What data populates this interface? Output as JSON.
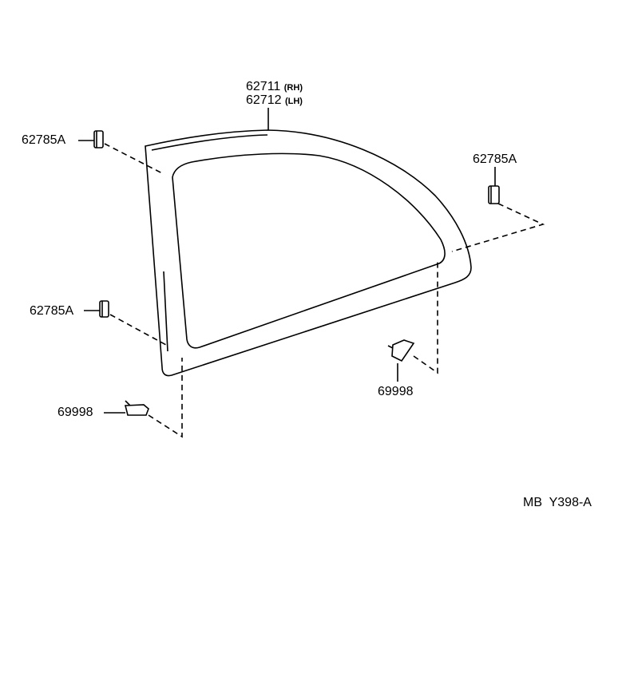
{
  "diagram": {
    "main_part": {
      "rh": "62711",
      "rh_side": "(RH)",
      "lh": "62712",
      "lh_side": "(LH)"
    },
    "clips": [
      {
        "part": "62785A"
      },
      {
        "part": "62785A"
      },
      {
        "part": "62785A"
      }
    ],
    "fasteners": [
      {
        "part": "69998"
      },
      {
        "part": "69998"
      }
    ],
    "reference_code": "MB  Y398-A"
  },
  "colors": {
    "line": "#000000",
    "background": "#ffffff"
  }
}
